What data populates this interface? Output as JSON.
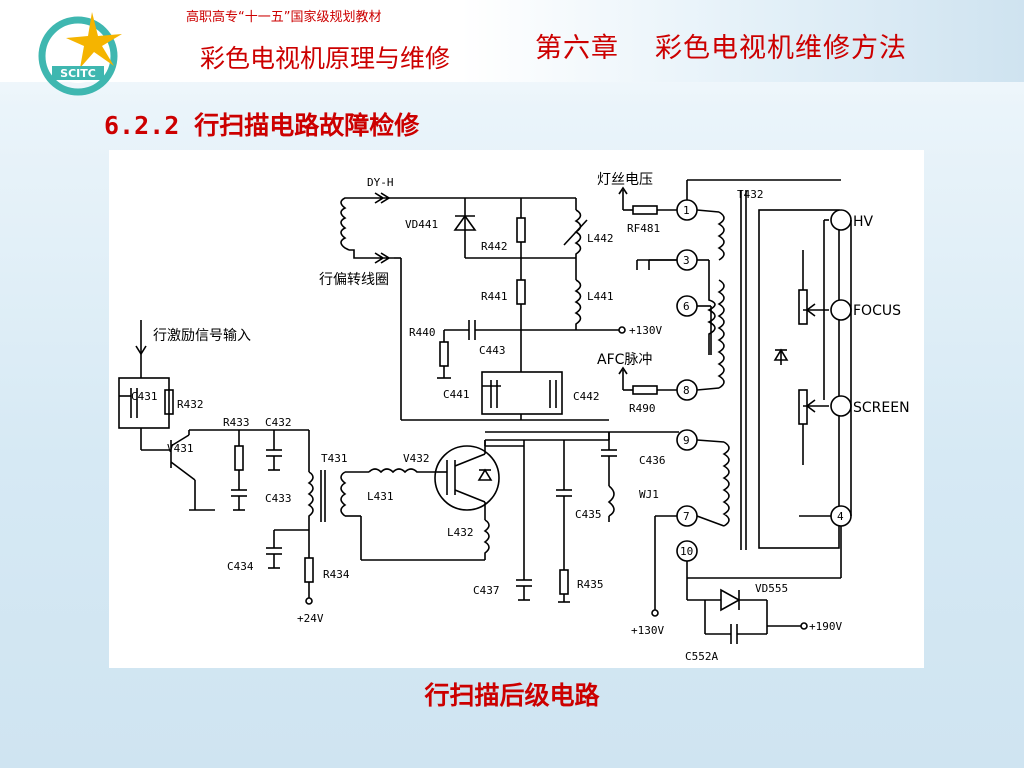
{
  "header": {
    "series_title": "高职高专“十一五”国家级规划教材",
    "book_title": "彩色电视机原理与维修",
    "chapter_number": "第六章",
    "chapter_title": "彩色电视机维修方法",
    "logo_text": "SCITC"
  },
  "section": {
    "title": "6.2.2 行扫描电路故障检修"
  },
  "caption": "行扫描后级电路",
  "colors": {
    "accent": "#cc0000",
    "logo_teal": "#3fb7b0",
    "logo_star": "#f5b400"
  },
  "circuit": {
    "labels": {
      "dyh": "DY-H",
      "vd441": "VD441",
      "r442": "R442",
      "l442": "L442",
      "filament": "灯丝电压",
      "rf481": "RF481",
      "t432": "T432",
      "hv": "HV",
      "yoke": "行偏转线圈",
      "r441": "R441",
      "l441": "L441",
      "v130a": "+130V",
      "focus": "FOCUS",
      "drive_in": "行激励信号输入",
      "r440": "R440",
      "c443": "C443",
      "afc": "AFC脉冲",
      "c431": "C431",
      "r432": "R432",
      "c441": "C441",
      "c442": "C442",
      "r490": "R490",
      "screen": "SCREEN",
      "r433": "R433",
      "c432": "C432",
      "v431": "V431",
      "t431": "T431",
      "v432": "V432",
      "c436": "C436",
      "c433": "C433",
      "l431": "L431",
      "wj1": "WJ1",
      "c435": "C435",
      "l432": "L432",
      "c434": "C434",
      "r434": "R434",
      "c437": "C437",
      "r435": "R435",
      "v24": "+24V",
      "vd555": "VD555",
      "v130b": "+130V",
      "v190": "+190V",
      "c552a": "C552A"
    },
    "pins": [
      "1",
      "3",
      "6",
      "8",
      "9",
      "7",
      "10",
      "4"
    ]
  }
}
